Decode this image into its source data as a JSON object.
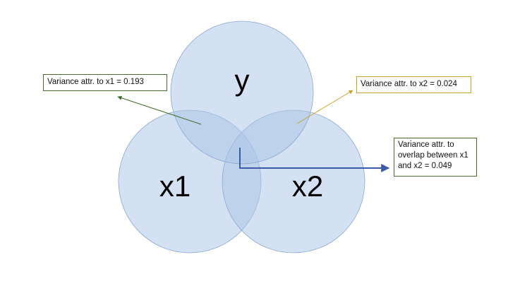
{
  "circles": {
    "y": "y",
    "x1": "x1",
    "x2": "x2"
  },
  "annotations": {
    "x1": "Variance attr. to x1 = 0.193",
    "x2": "Variance attr. to x2 = 0.024",
    "overlap": "Variance attr. to overlap between x1 and x2 = 0.049"
  },
  "colors": {
    "circle_fill": "#a9c4e6",
    "arrow_x1": "#3f6b2a",
    "arrow_x2": "#c9a227",
    "arrow_overlap": "#3a5ba8"
  }
}
